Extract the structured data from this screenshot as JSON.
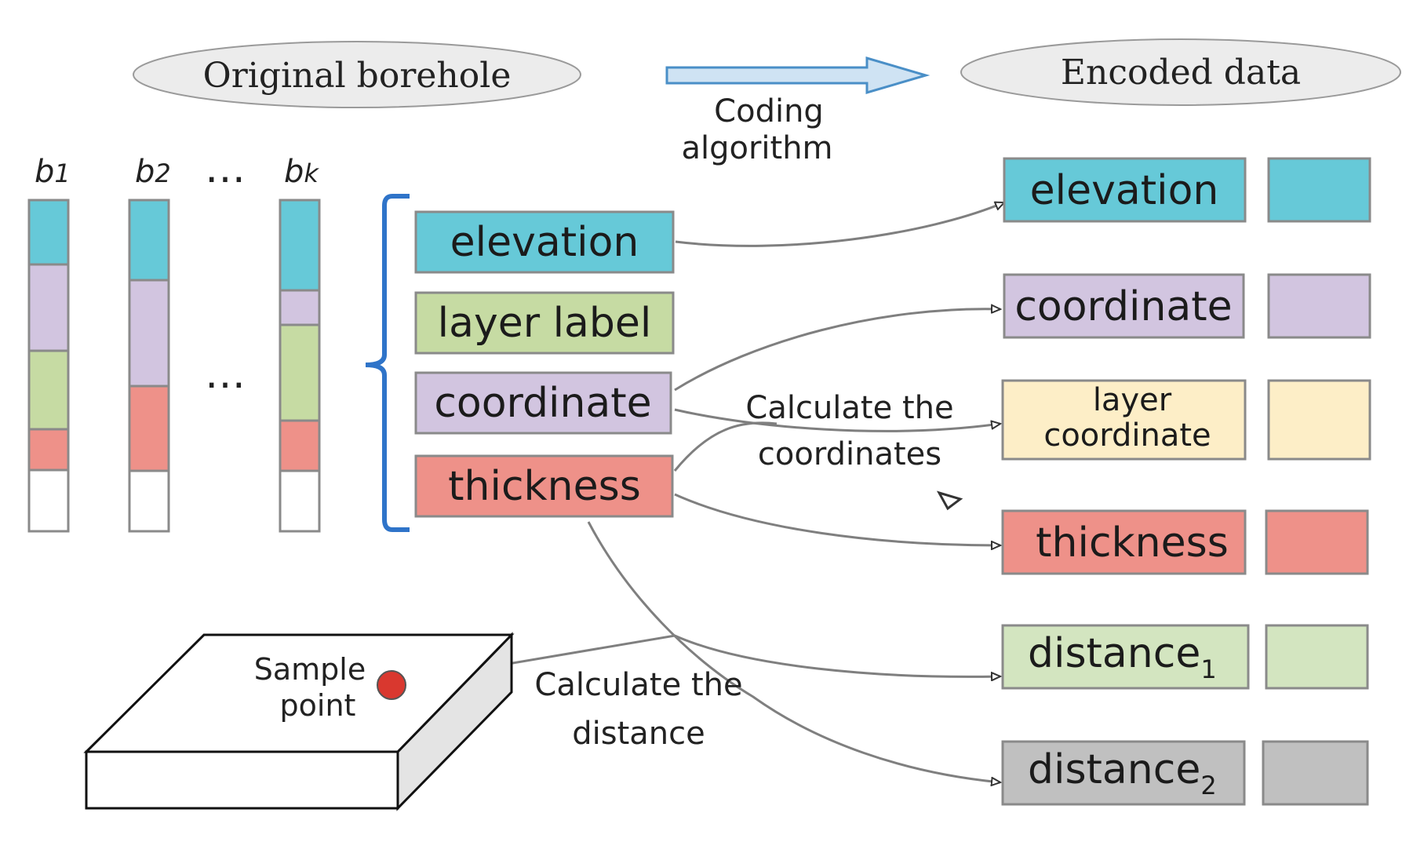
{
  "headers": {
    "original": "Original borehole",
    "encoded": "Encoded data",
    "coding_line1": "Coding",
    "coding_line2": "algorithm"
  },
  "boreholes": [
    {
      "sym": "b",
      "sub": "1"
    },
    {
      "sym": "b",
      "sub": "2"
    },
    {
      "sym": "b",
      "sub": "k"
    }
  ],
  "ellipsis": "…",
  "attributes": {
    "elevation": "elevation",
    "layer_label": "layer label",
    "coordinate": "coordinate",
    "thickness": "thickness"
  },
  "encoded": {
    "elevation": "elevation",
    "coordinate": "coordinate",
    "layer_coord_line1": "layer",
    "layer_coord_line2": "coordinate",
    "thickness": "thickness",
    "distance1": "distance",
    "distance1_sub": "1",
    "distance2": "distance",
    "distance2_sub": "2"
  },
  "annotations": {
    "calc_coords_line1": "Calculate the",
    "calc_coords_line2": "coordinates",
    "calc_dist_line1": "Calculate the",
    "calc_dist_line2": "distance"
  },
  "sample": {
    "line1": "Sample",
    "line2": "point"
  },
  "colors": {
    "elevation": "#66c9d8",
    "coordinate": "#d2c5e0",
    "layer_label": "#c6dba3",
    "thickness": "#ee9189",
    "layer_coordinate": "#fdeec7",
    "distance1": "#d3e5c0",
    "distance2": "#c0c0c0",
    "bracket": "#2f74c9",
    "arrow_fill": "#cfe3f3",
    "arrow_stroke": "#4a8fc7",
    "sample_point": "#d9382f"
  }
}
